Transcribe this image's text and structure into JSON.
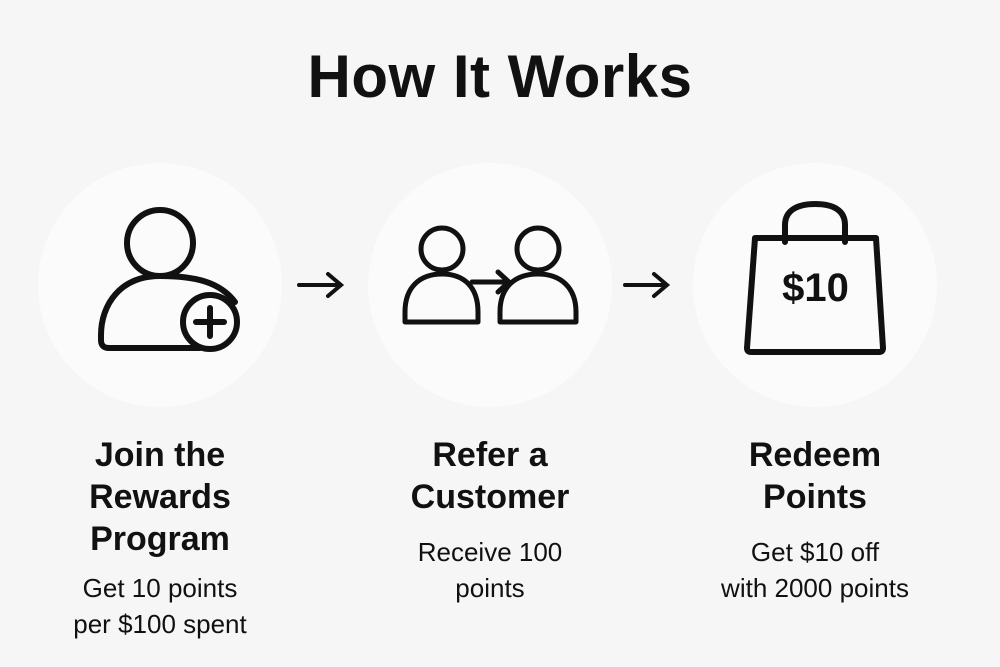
{
  "title": "How It Works",
  "steps": [
    {
      "icon": "user-plus-icon",
      "heading_lines": [
        "Join the",
        "Rewards",
        "Program"
      ],
      "desc_lines": [
        "Get 10 points",
        "per $100 spent"
      ]
    },
    {
      "icon": "refer-users-icon",
      "heading_lines": [
        "Refer a",
        "Customer"
      ],
      "desc_lines": [
        "Receive 100",
        "points"
      ]
    },
    {
      "icon": "shopping-bag-icon",
      "bag_label": "$10",
      "heading_lines": [
        "Redeem",
        "Points"
      ],
      "desc_lines": [
        "Get $10 off",
        "with 2000 points"
      ]
    }
  ]
}
